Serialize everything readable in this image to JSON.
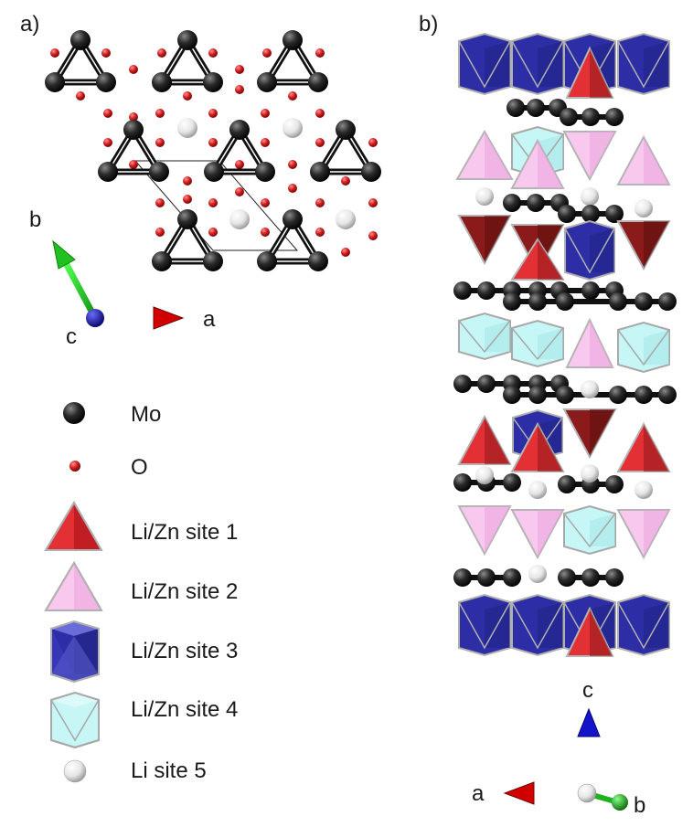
{
  "panel_a": {
    "label": "a)",
    "axes": {
      "a": "a",
      "b": "b",
      "c": "c"
    }
  },
  "panel_b": {
    "label": "b)",
    "axes": {
      "a": "a",
      "b": "b",
      "c": "c"
    }
  },
  "legend": {
    "items": [
      {
        "key": "mo",
        "label": "Mo",
        "shape": "sphere-black",
        "color": "#1c1c1c"
      },
      {
        "key": "o",
        "label": "O",
        "shape": "sphere-red",
        "color": "#c81e1e"
      },
      {
        "key": "site1",
        "label": "Li/Zn site 1",
        "shape": "tetrahedron",
        "color": "#d8272c"
      },
      {
        "key": "site2",
        "label": "Li/Zn site 2",
        "shape": "tetrahedron",
        "color": "#f6bfe9"
      },
      {
        "key": "site3",
        "label": "Li/Zn site 3",
        "shape": "octahedron",
        "color": "#2d2ea5"
      },
      {
        "key": "site4",
        "label": "Li/Zn site 4",
        "shape": "octahedron",
        "color": "#bff3f3"
      },
      {
        "key": "site5",
        "label": "Li site 5",
        "shape": "sphere-white",
        "color": "#e6e6e6"
      }
    ]
  },
  "colors": {
    "axis_a": "#d01010",
    "axis_b": "#20b020",
    "axis_c": "#1414c8",
    "site1_dark": "#8b1a1a"
  }
}
